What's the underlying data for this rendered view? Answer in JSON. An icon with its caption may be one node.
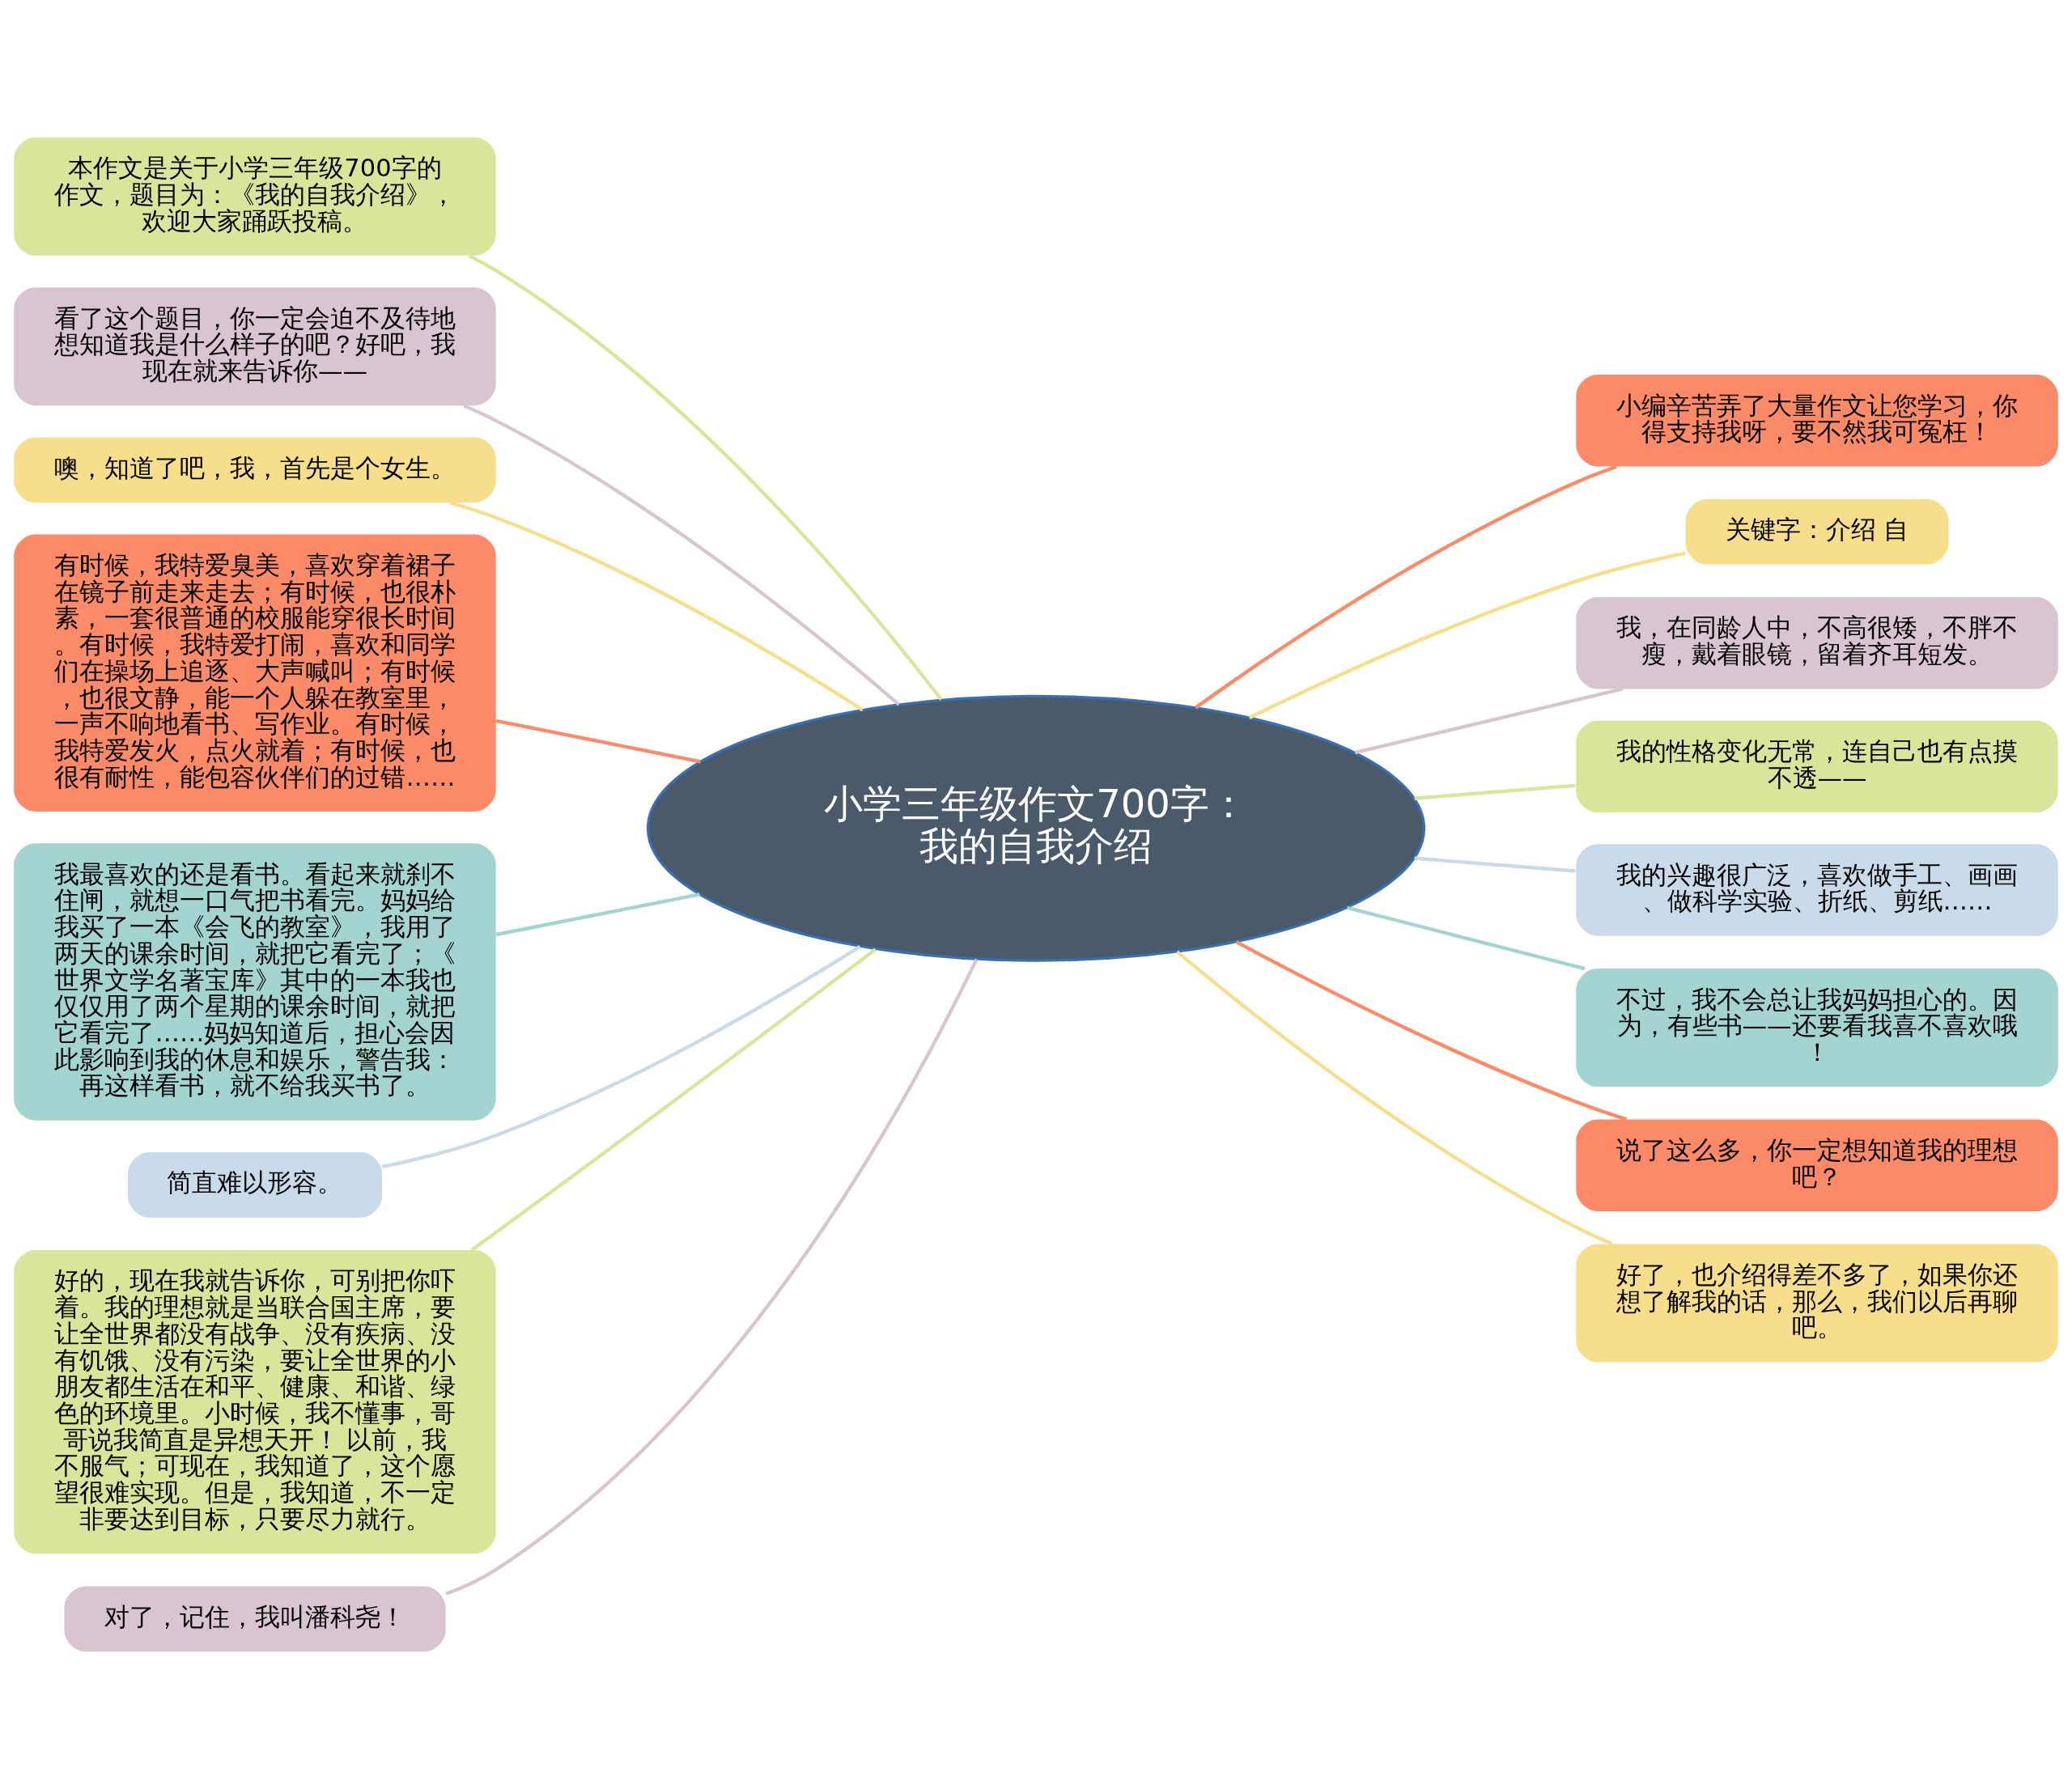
{
  "diagram": {
    "nodes": [
      {
        "text": [
          "小学三年级作文700字：我的自我介绍"
        ]
      },
      {
        "text": [
          "本作文是关于小学三年级700字的作文，题目为：《我的自我介绍》，欢迎大家踊跃投稿。"
        ]
      },
      {
        "text": [
          "看了这个题目，你一定会迫不及待地想知道我是什么样子的吧？好吧，我现在就来告诉你——"
        ]
      },
      {
        "text": [
          "噢，知道了吧，我，首先是个女生。"
        ]
      },
      {
        "text": [
          "有时候，我特爱臭美，喜欢穿着裙子在镜子前走来走去；有时候，也很朴素，一套很普通的校服能穿很长时间。有时候，我特爱打闹，喜欢和同学们在操场上追逐、大声喊叫；有时候，也很文静，能一个人躲在教室里，一声不响地看书、写作业。有时候，我特爱发火，点火就着；有时候，也很有耐性，能包容伙伴们的过错……"
        ]
      },
      {
        "text": [
          "我最喜欢的还是看书。看起来就刹不住闸，就想一口气把书看完。妈妈给我买了一本《会飞的教室》，我用了两天的课余时间，就把它看完了；《世界文学名著宝库》其中的一本我也仅仅用了两个星期的课余时间，就把它看完了……妈妈知道后，担心会因此影响到我的休息和娱乐，警告我：再这样看书，就不给我买书了。"
        ]
      },
      {
        "text": [
          "简直难以形容。"
        ]
      },
      {
        "text": [
          "好的，现在我就告诉你，可别把你吓着。我的理想就是当联合国主席，要让全世界都没有战争、没有疾病、没有饥饿、没有污染，要让全世界的小朋友都生活在和平、健康、和谐、绿色的环境里。小时候，我不懂事，哥哥说我简直是异想天开！ 以前，我不服气；可现在，我知道了，这个愿望很难实现。但是，我知道，不一定非要达到目标，只要尽力就行。"
        ]
      },
      {
        "text": [
          "对了，记住，我叫潘科尧！"
        ]
      },
      {
        "text": [
          "小编辛苦弄了大量作文让您学习，你得支持我呀，要不然我可冤枉！"
        ]
      },
      {
        "text": [
          "关键字：介绍 自"
        ]
      },
      {
        "text": [
          "我，在同龄人中，不高很矮，不胖不瘦，戴着眼镜，留着齐耳短发。"
        ]
      },
      {
        "text": [
          "我的性格变化无常，连自己也有点摸不透——"
        ]
      },
      {
        "text": [
          "我的兴趣很广泛，喜欢做手工、画画、做科学实验、折纸、剪纸……"
        ]
      },
      {
        "text": [
          "不过，我不会总让我妈妈担心的。因为，有些书——还要看我喜不喜欢哦！"
        ]
      },
      {
        "text": [
          "说了这么多，你一定想知道我的理想吧？"
        ]
      },
      {
        "text": [
          "好了，也介绍得差不多了，如果你还想了解我的话，那么，我们以后再聊吧。"
        ]
      }
    ],
    "edges": [
      {
        "from": 0,
        "to": 1,
        "arrow": "none",
        "color": "#d9e59a"
      },
      {
        "from": 0,
        "to": 2,
        "arrow": "none",
        "color": "#d9c5cf"
      },
      {
        "from": 0,
        "to": 3,
        "arrow": "none",
        "color": "#f7de8c"
      },
      {
        "from": 0,
        "to": 4,
        "arrow": "none",
        "color": "#fb8a69"
      },
      {
        "from": 0,
        "to": 5,
        "arrow": "none",
        "color": "#a3d4cf"
      },
      {
        "from": 0,
        "to": 6,
        "arrow": "none",
        "color": "#c9daea"
      },
      {
        "from": 0,
        "to": 7,
        "arrow": "none",
        "color": "#d9e59a"
      },
      {
        "from": 0,
        "to": 8,
        "arrow": "none",
        "color": "#d9c5cf"
      },
      {
        "from": 0,
        "to": 9,
        "arrow": "none",
        "color": "#fb8a69"
      },
      {
        "from": 0,
        "to": 10,
        "arrow": "none",
        "color": "#f7de8c"
      },
      {
        "from": 0,
        "to": 11,
        "arrow": "none",
        "color": "#d9c5cf"
      },
      {
        "from": 0,
        "to": 12,
        "arrow": "none",
        "color": "#d9e59a"
      },
      {
        "from": 0,
        "to": 13,
        "arrow": "none",
        "color": "#c9daea"
      },
      {
        "from": 0,
        "to": 14,
        "arrow": "none",
        "color": "#a3d4cf"
      },
      {
        "from": 0,
        "to": 15,
        "arrow": "none",
        "color": "#fb8a69"
      },
      {
        "from": 0,
        "to": 16,
        "arrow": "none",
        "color": "#f7de8c"
      }
    ]
  }
}
